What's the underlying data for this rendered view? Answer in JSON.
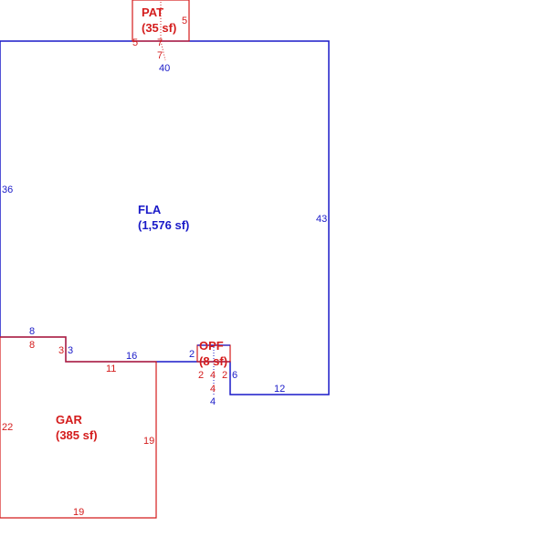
{
  "colors": {
    "fla": "#1a1ac8",
    "red": "#d41c1c"
  },
  "areas": {
    "pat": {
      "name": "PAT",
      "area": "(35 sf)"
    },
    "fla": {
      "name": "FLA",
      "area": "(1,576 sf)"
    },
    "opf": {
      "name": "OPF",
      "area": "(8 sf)"
    },
    "gar": {
      "name": "GAR",
      "area": "(385 sf)"
    }
  },
  "dims": {
    "pat_right": "5",
    "pat_left": "5",
    "pat_mid_1": "7",
    "pat_mid_2": "7",
    "fla_top": "40",
    "fla_left": "36",
    "fla_right": "43",
    "fla_step_top": "8",
    "fla_step_side": "3",
    "fla_bottom_mid": "16",
    "fla_opf_side": "2",
    "fla_notch": "6",
    "fla_bottom_right": "12",
    "fla_opf_low": "4",
    "gar_top": "8",
    "gar_step": "3",
    "gar_top_2": "11",
    "gar_left": "22",
    "gar_right": "19",
    "gar_bottom": "19",
    "opf_left": "2",
    "opf_mid_1": "4",
    "opf_mid_2": "4",
    "opf_right": "2"
  }
}
